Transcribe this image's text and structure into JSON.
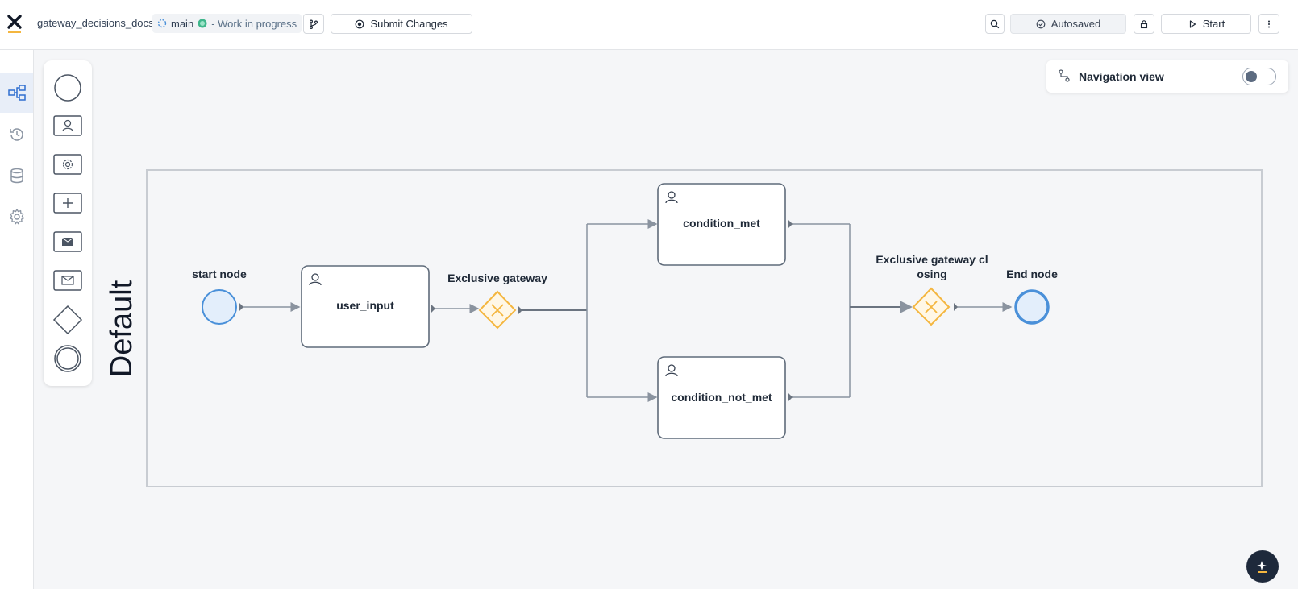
{
  "header": {
    "project_name": "gateway_decisions_docs",
    "branch": "main",
    "branch_status": "- Work in progress",
    "submit_label": "Submit Changes",
    "autosave_label": "Autosaved",
    "start_label": "Start"
  },
  "left_rail": {
    "items": [
      {
        "name": "process-diagram-icon",
        "active": true
      },
      {
        "name": "history-icon",
        "active": false
      },
      {
        "name": "database-icon",
        "active": false
      },
      {
        "name": "settings-gear-icon",
        "active": false
      }
    ]
  },
  "palette": {
    "items": [
      "start-event",
      "user-task",
      "service-task",
      "subprocess",
      "send-message",
      "receive-message",
      "gateway",
      "end-event"
    ]
  },
  "nav_view": {
    "label": "Navigation view",
    "enabled": false
  },
  "diagram": {
    "pool_label": "Default",
    "nodes": {
      "start": "start node",
      "user_input": "user_input",
      "gateway_open": "Exclusive gateway",
      "condition_met": "condition_met",
      "condition_not_met": "condition_not_met",
      "gateway_close_line1": "Exclusive gateway cl",
      "gateway_close_line2": "osing",
      "end": "End node"
    }
  },
  "colors": {
    "accent": "#4a90d9",
    "gateway": "#f4b63f",
    "event_fill": "#e3eefb",
    "task_border": "#5f6b7a",
    "dark": "#1e293b"
  }
}
